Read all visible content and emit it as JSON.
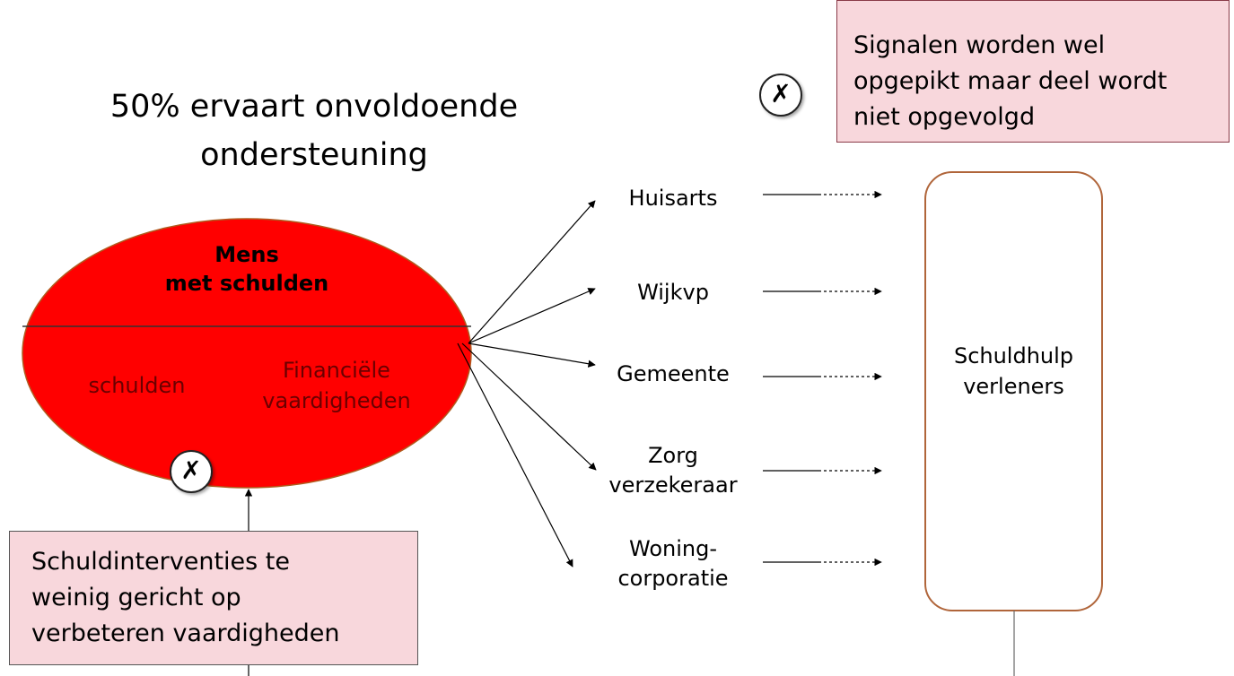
{
  "headline": "50% ervaart onvoldoende\nondersteuning",
  "callout_top": "Signalen worden wel\nopgepikt maar deel wordt\nniet opgevolgd",
  "callout_bottom": "Schuldinterventies te\nweinig gericht op\nverbeteren vaardigheden",
  "x_mark": "✗",
  "ellipse": {
    "title": "Mens\nmet schulden",
    "left_text": "schulden",
    "right_text": "Financiële\nvaardigheden"
  },
  "nodes": [
    "Huisarts",
    "Wijkvp",
    "Gemeente",
    "Zorg\nverzekeraar",
    "Woning-\ncorporatie"
  ],
  "box": {
    "label": "Schuldhulp\nverleners"
  },
  "colors": {
    "ellipse_fill": "#ff0000",
    "callout_fill": "#f8d7dc",
    "box_border": "#b0653a"
  }
}
